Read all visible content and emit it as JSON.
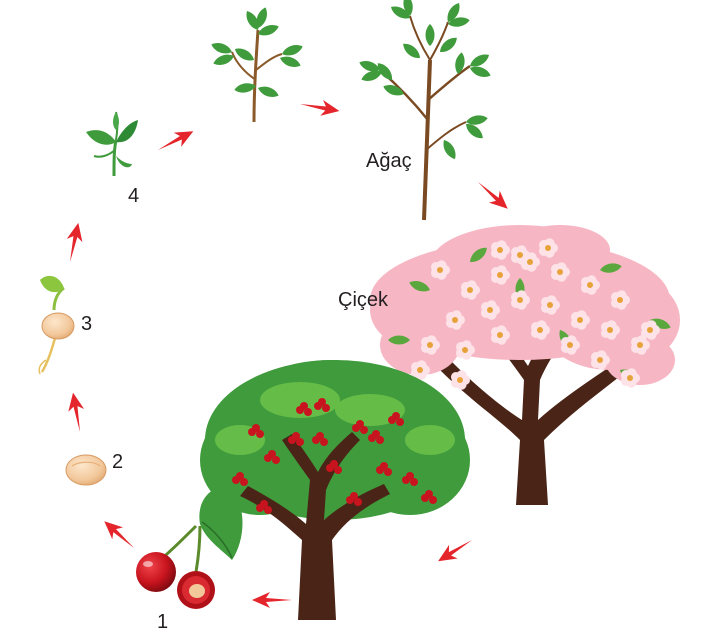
{
  "diagram": {
    "labels": {
      "stage_1": "1",
      "stage_2": "2",
      "stage_3": "3",
      "stage_4": "4",
      "tree": "Ağaç",
      "flower": "Çiçek"
    }
  },
  "colors": {
    "arrow": "#e4252b",
    "leaf": "#3f9b3c",
    "leaf_light": "#6cc24a",
    "trunk": "#4a2416",
    "blossom": "#f7b6c4",
    "blossom_center": "#e7a23a",
    "cherry": "#c8141e",
    "seed": "#f2c79a"
  }
}
